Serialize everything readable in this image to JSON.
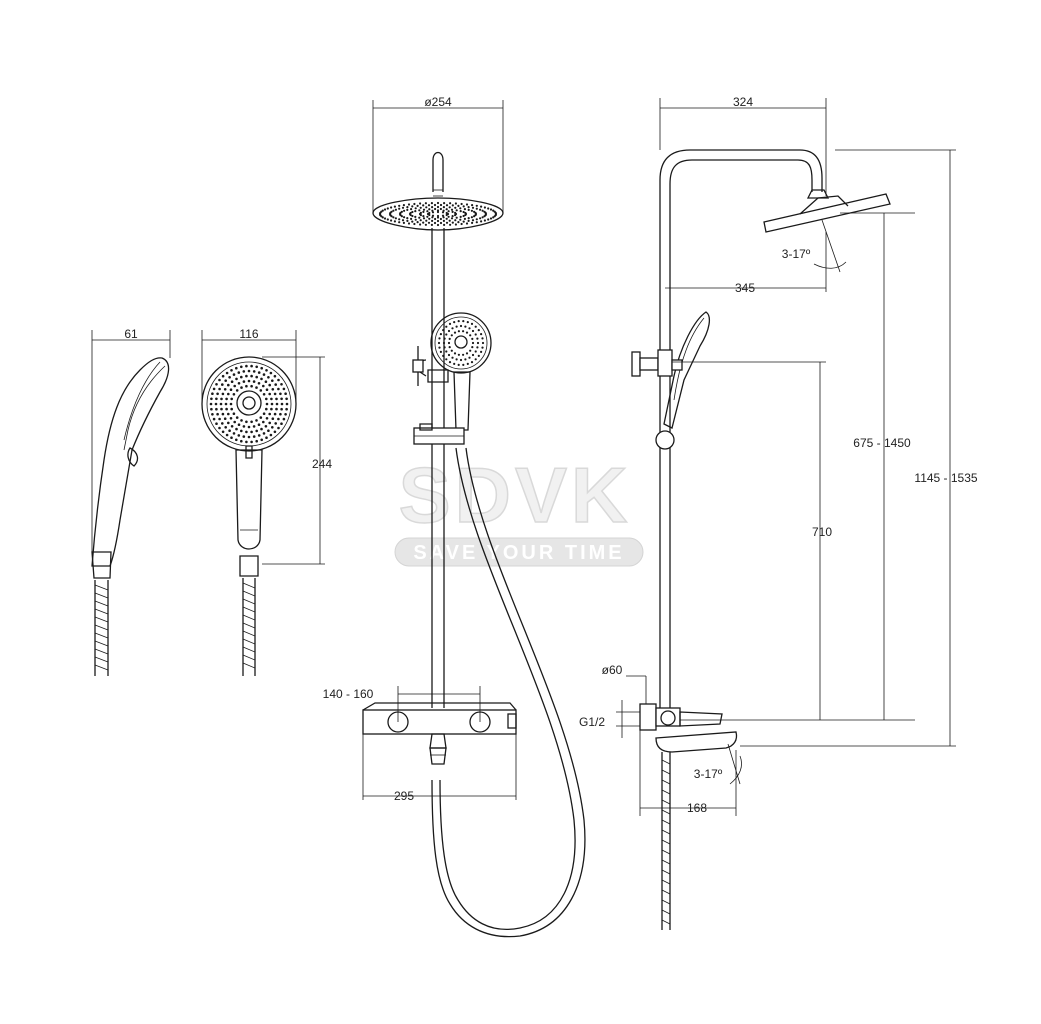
{
  "watermark": {
    "brand": "SDVK",
    "tagline": "SAVE YOUR TIME"
  },
  "dimensions": {
    "handshower_depth": "61",
    "handshower_width": "116",
    "handshower_length": "244",
    "overhead_diameter": "ø254",
    "arm_projection": "324",
    "head_offset": "345",
    "head_tilt": "3-17º",
    "holder_range": "675 - 1450",
    "total_height": "1145 - 1535",
    "bar_to_mixer": "710",
    "escutcheon_diameter": "ø60",
    "thread": "G1/2",
    "spout_tilt": "3-17º",
    "spout_projection": "168",
    "inlet_centers": "140 - 160",
    "mixer_width": "295"
  }
}
